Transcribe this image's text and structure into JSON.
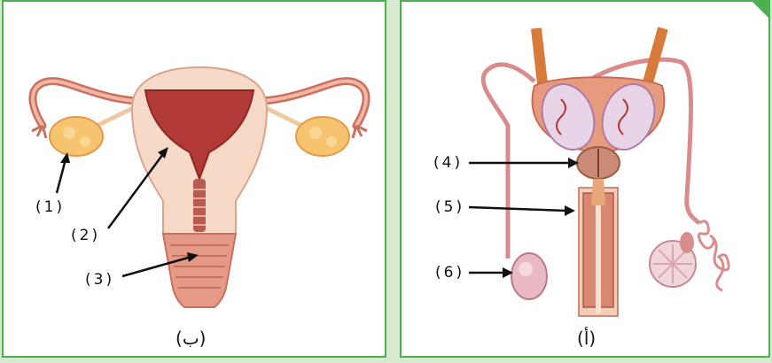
{
  "panel_b": {
    "caption": "(ب)",
    "labels": [
      "(1)",
      "(2)",
      "(3)"
    ]
  },
  "panel_a": {
    "caption": "(أ)",
    "labels": [
      "(4)",
      "(5)",
      "(6)"
    ]
  },
  "colors": {
    "frame": "#4caf50",
    "background": "#d6ead0"
  }
}
